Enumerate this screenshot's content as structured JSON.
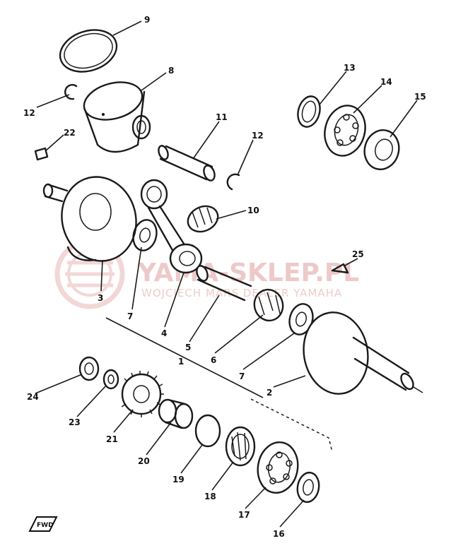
{
  "watermark": {
    "brand": "YAMA-SKLEP.PL",
    "tagline": "WOJCIECH MARS DEALER YAMAHA",
    "color": "#e9b8b8"
  },
  "fwd_badge": "FWD",
  "parts": [
    {
      "id": "9",
      "label": "9"
    },
    {
      "id": "8",
      "label": "8"
    },
    {
      "id": "12a",
      "label": "12"
    },
    {
      "id": "22",
      "label": "22"
    },
    {
      "id": "11",
      "label": "11"
    },
    {
      "id": "12b",
      "label": "12"
    },
    {
      "id": "13",
      "label": "13"
    },
    {
      "id": "14",
      "label": "14"
    },
    {
      "id": "15",
      "label": "15"
    },
    {
      "id": "10",
      "label": "10"
    },
    {
      "id": "25",
      "label": "25"
    },
    {
      "id": "3",
      "label": "3"
    },
    {
      "id": "7a",
      "label": "7"
    },
    {
      "id": "4",
      "label": "4"
    },
    {
      "id": "5",
      "label": "5"
    },
    {
      "id": "1",
      "label": "1"
    },
    {
      "id": "6",
      "label": "6"
    },
    {
      "id": "7b",
      "label": "7"
    },
    {
      "id": "2",
      "label": "2"
    },
    {
      "id": "24",
      "label": "24"
    },
    {
      "id": "23",
      "label": "23"
    },
    {
      "id": "21",
      "label": "21"
    },
    {
      "id": "20",
      "label": "20"
    },
    {
      "id": "19",
      "label": "19"
    },
    {
      "id": "18",
      "label": "18"
    },
    {
      "id": "17",
      "label": "17"
    },
    {
      "id": "16",
      "label": "16"
    }
  ]
}
